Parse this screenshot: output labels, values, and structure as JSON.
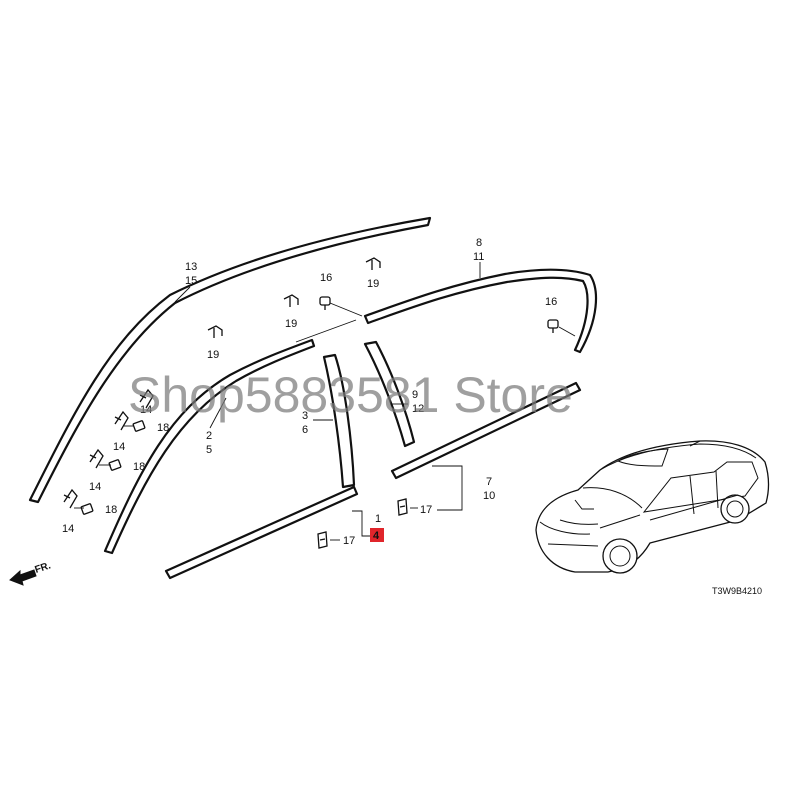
{
  "diagram": {
    "labels": {
      "13": "13",
      "15": "15",
      "16a": "16",
      "16b": "16",
      "19a": "19",
      "19b": "19",
      "19c": "19",
      "8": "8",
      "11": "11",
      "14a": "14",
      "14b": "14",
      "14c": "14",
      "14d": "14",
      "18a": "18",
      "18b": "18",
      "18c": "18",
      "2": "2",
      "5": "5",
      "3": "3",
      "6": "6",
      "9": "9",
      "12": "12",
      "7": "7",
      "10": "10",
      "17a": "17",
      "17b": "17",
      "1": "1",
      "4": "4"
    },
    "front_marker": "FR.",
    "part_code": "T3W9B4210",
    "highlight_color": "#e0252b"
  },
  "watermark": {
    "text": "Shop5883581 Store"
  }
}
